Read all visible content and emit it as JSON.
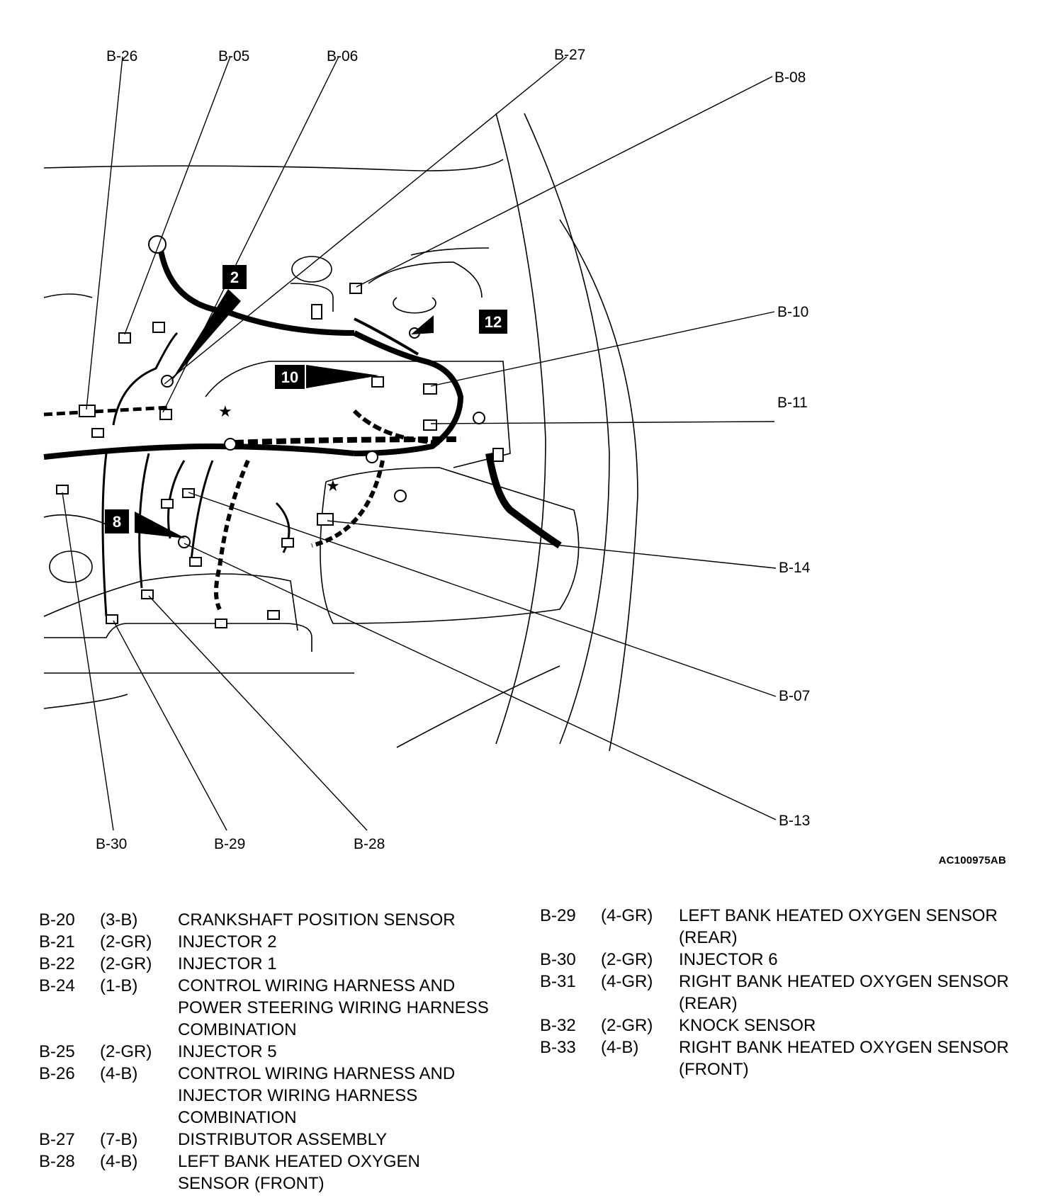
{
  "figure_id": "AC100975AB",
  "callouts": {
    "b26": "B-26",
    "b05": "B-05",
    "b06": "B-06",
    "b27": "B-27",
    "b08": "B-08",
    "b10": "B-10",
    "b11": "B-11",
    "b14": "B-14",
    "b07": "B-07",
    "b13": "B-13",
    "b30": "B-30",
    "b29": "B-29",
    "b28": "B-28"
  },
  "badges": {
    "b2": "2",
    "b12": "12",
    "b10": "10",
    "b8": "8"
  },
  "legend_left": [
    {
      "code": "B-20",
      "spec": "(3-B)",
      "desc": "CRANKSHAFT POSITION SENSOR"
    },
    {
      "code": "B-21",
      "spec": "(2-GR)",
      "desc": "INJECTOR 2"
    },
    {
      "code": "B-22",
      "spec": "(2-GR)",
      "desc": "INJECTOR 1"
    },
    {
      "code": "B-24",
      "spec": "(1-B)",
      "desc": "CONTROL WIRING HARNESS AND POWER STEERING WIRING HARNESS COMBINATION"
    },
    {
      "code": "B-25",
      "spec": "(2-GR)",
      "desc": "INJECTOR 5"
    },
    {
      "code": "B-26",
      "spec": "(4-B)",
      "desc": "CONTROL WIRING HARNESS AND INJECTOR WIRING HARNESS COMBINATION"
    },
    {
      "code": "B-27",
      "spec": "(7-B)",
      "desc": "DISTRIBUTOR ASSEMBLY"
    },
    {
      "code": "B-28",
      "spec": "(4-B)",
      "desc": "LEFT BANK HEATED OXYGEN SENSOR (FRONT)"
    }
  ],
  "legend_right": [
    {
      "code": "B-29",
      "spec": "(4-GR)",
      "desc": "LEFT BANK HEATED OXYGEN SENSOR (REAR)"
    },
    {
      "code": "B-30",
      "spec": "(2-GR)",
      "desc": "INJECTOR 6"
    },
    {
      "code": "B-31",
      "spec": "(4-GR)",
      "desc": "RIGHT BANK HEATED OXYGEN SENSOR (REAR)"
    },
    {
      "code": "B-32",
      "spec": "(2-GR)",
      "desc": "KNOCK SENSOR"
    },
    {
      "code": "B-33",
      "spec": "(4-B)",
      "desc": "RIGHT BANK HEATED OXYGEN SENSOR (FRONT)"
    }
  ]
}
